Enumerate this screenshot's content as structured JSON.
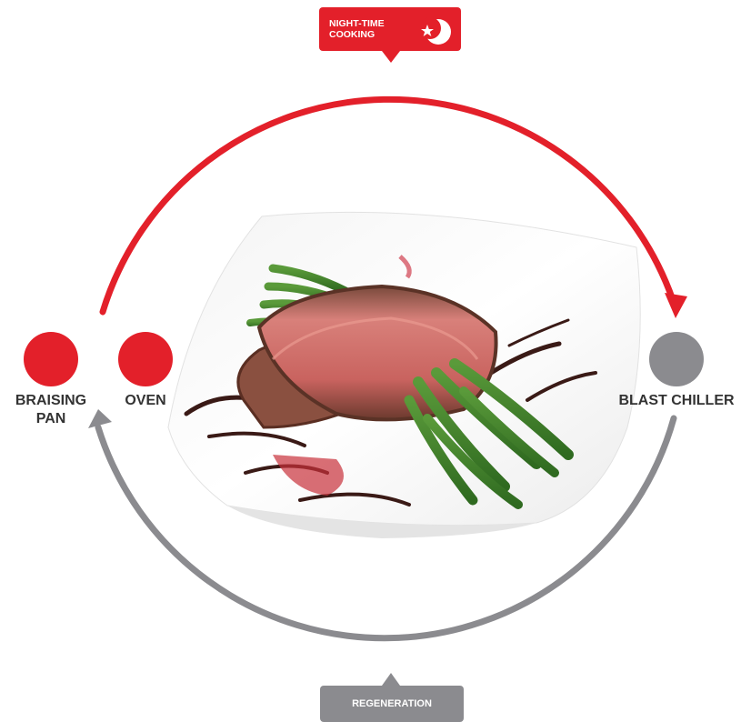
{
  "colors": {
    "accent_red": "#e3202a",
    "neutral_gray": "#8b8b8f",
    "label_text": "#333333"
  },
  "nodes": {
    "braising_pan": {
      "line1": "BRAISING",
      "line2": "PAN",
      "color": "#e3202a"
    },
    "oven": {
      "label": "OVEN",
      "color": "#e3202a"
    },
    "blast_chiller": {
      "label": "BLAST CHILLER",
      "color": "#8b8b8f"
    }
  },
  "tags": {
    "night_time": {
      "line1": "NIGHT-TIME",
      "line2": "COOKING",
      "icon": "moon-star-icon"
    },
    "regeneration": {
      "label": "REGENERATION"
    }
  },
  "photo": {
    "subject": "sliced-roast-beef-with-green-beans-on-square-plate"
  }
}
